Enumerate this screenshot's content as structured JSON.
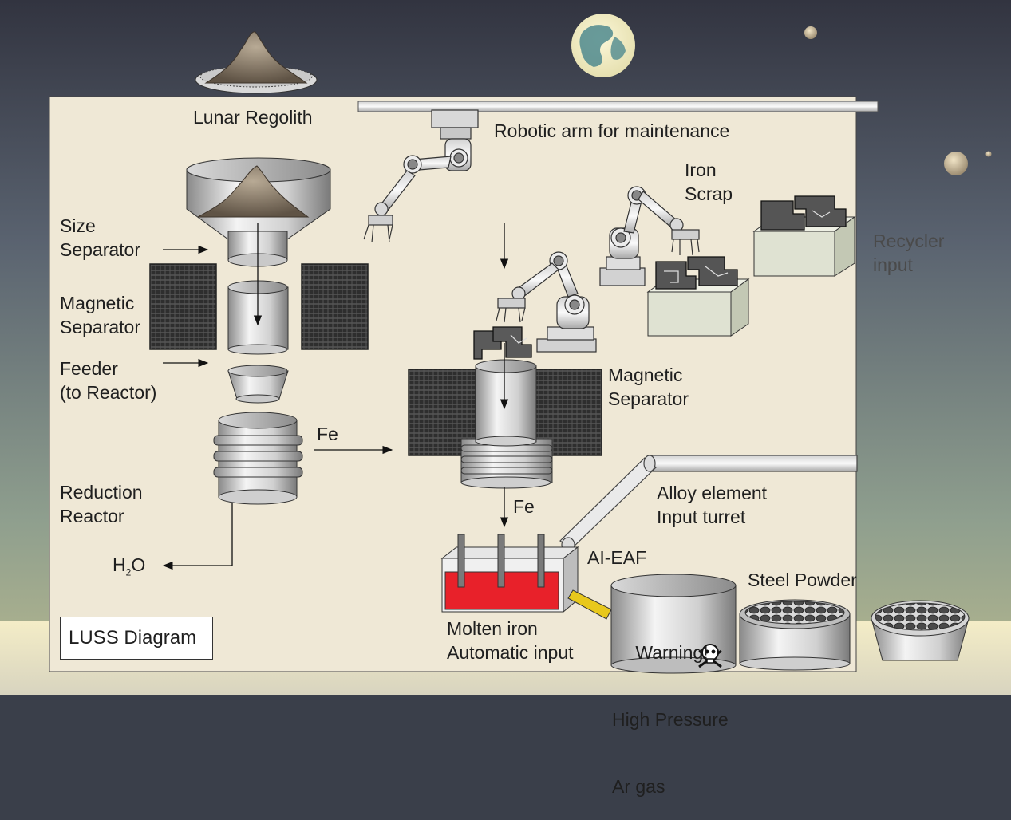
{
  "diagram": {
    "legend_title": "LUSS Diagram",
    "labels": {
      "lunar_regolith": "Lunar Regolith",
      "robotic_arm": "Robotic arm for maintenance",
      "iron_scrap": "Iron\nScrap",
      "recycler_input": "Recycler\ninput",
      "size_separator": "Size\nSeparator",
      "magnetic_separator_left": "Magnetic\nSeparator",
      "feeder": "Feeder\n(to Reactor)",
      "fe_1": "Fe",
      "magnetic_separator_right": "Magnetic\nSeparator",
      "reduction_reactor": "Reduction\nReactor",
      "fe_2": "Fe",
      "alloy_element": "Alloy element\nInput turret",
      "ai_eaf": "AI-EAF",
      "steel_powder": "Steel Powder",
      "molten_iron": "Molten iron\nAutomatic input",
      "h2o_base": "H",
      "h2o_sub": "2",
      "h2o_tail": "O"
    },
    "warning": {
      "line1": "Warning!",
      "line2": "High Pressure",
      "line3": "Ar gas",
      "icon": "skull-crossbones-icon"
    },
    "colors": {
      "panel": "#efe8d6",
      "sky_top": "#34353f",
      "ground": "#f1e9c6",
      "molten": "#e8212a",
      "nozzle": "#e8c81c",
      "regolith": "#8c7b69"
    }
  }
}
